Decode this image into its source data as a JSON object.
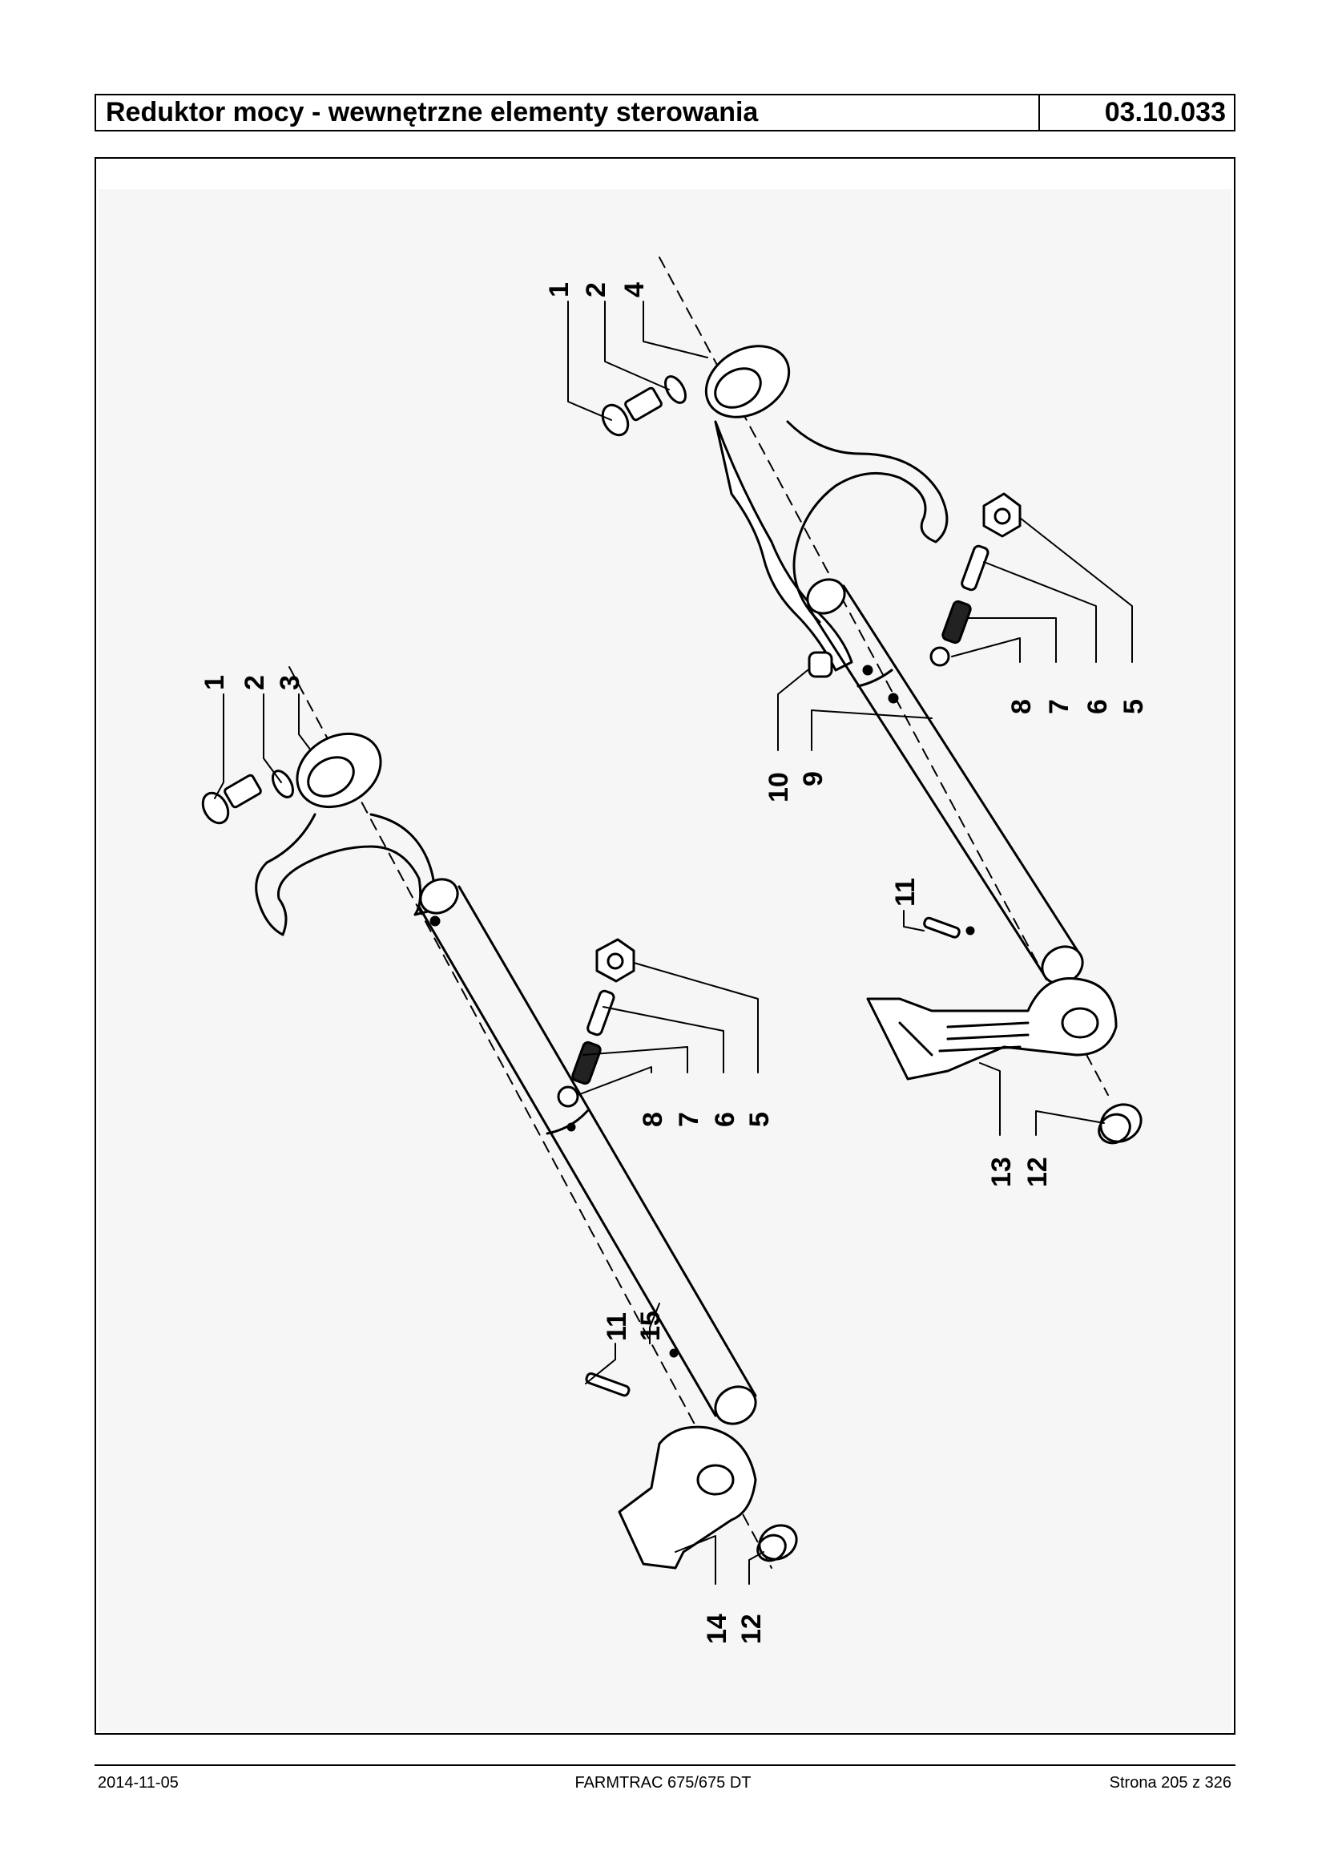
{
  "header": {
    "title": "Reduktor mocy - wewnętrzne elementy sterowania",
    "code": "03.10.033"
  },
  "diagram": {
    "callouts_upper_assembly": [
      "1",
      "2",
      "4",
      "5",
      "6",
      "7",
      "8",
      "9",
      "10",
      "11",
      "12",
      "13"
    ],
    "callouts_lower_assembly": [
      "1",
      "2",
      "3",
      "5",
      "6",
      "7",
      "8",
      "11",
      "15",
      "12",
      "14"
    ]
  },
  "footer": {
    "date": "2014-11-05",
    "model": "FARMTRAC 675/675 DT",
    "page": "Strona 205 z 326"
  }
}
